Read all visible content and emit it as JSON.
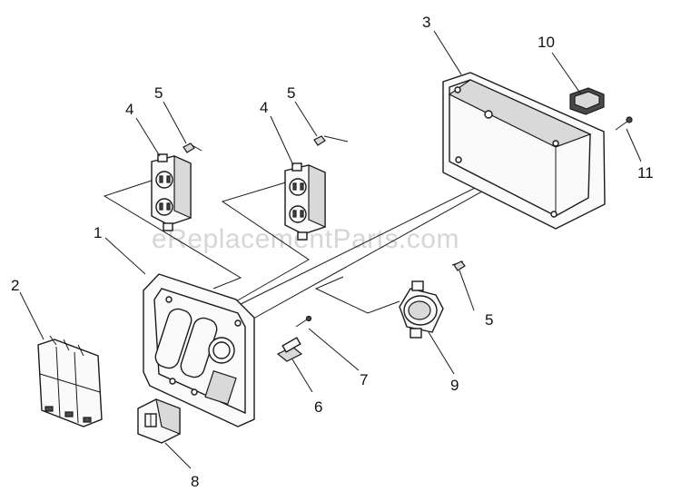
{
  "watermark": "eReplacementParts.com",
  "callouts": [
    {
      "id": "c1",
      "text": "1"
    },
    {
      "id": "c2",
      "text": "2"
    },
    {
      "id": "c3",
      "text": "3"
    },
    {
      "id": "c4a",
      "text": "4"
    },
    {
      "id": "c5a",
      "text": "5"
    },
    {
      "id": "c4b",
      "text": "4"
    },
    {
      "id": "c5b",
      "text": "5"
    },
    {
      "id": "c5c",
      "text": "5"
    },
    {
      "id": "c6",
      "text": "6"
    },
    {
      "id": "c7",
      "text": "7"
    },
    {
      "id": "c8",
      "text": "8"
    },
    {
      "id": "c9",
      "text": "9"
    },
    {
      "id": "c10",
      "text": "10"
    },
    {
      "id": "c11",
      "text": "11"
    }
  ]
}
